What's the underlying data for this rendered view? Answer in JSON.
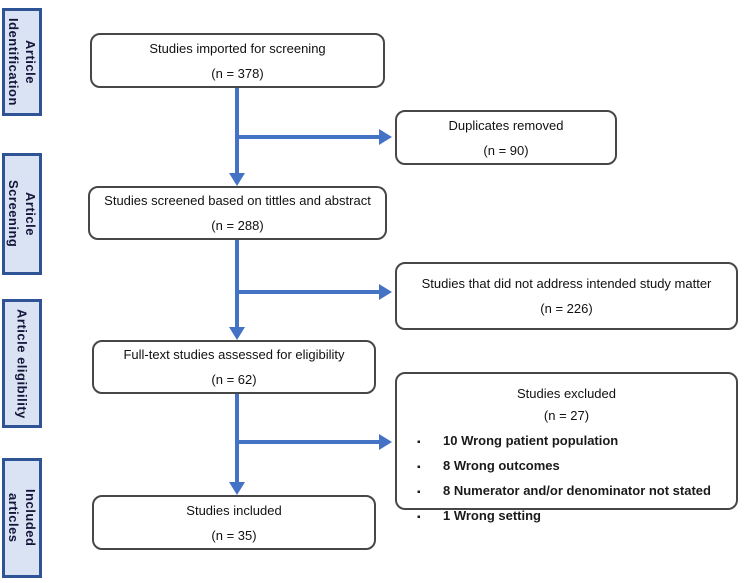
{
  "colors": {
    "arrow": "#4472c4",
    "sidebar_fill": "#dae3f3",
    "sidebar_border": "#2f5496",
    "box_border": "#474747"
  },
  "icons": {
    "bullet": "▪"
  },
  "sidebar": {
    "items": [
      {
        "label": "Article Identification"
      },
      {
        "label": "Article Screening"
      },
      {
        "label": "Article eligibility"
      },
      {
        "label": "Included articles"
      }
    ]
  },
  "flow": {
    "main": [
      {
        "title": "Studies imported for screening",
        "count": "(n = 378)"
      },
      {
        "title": "Studies screened based on tittles and abstract",
        "count": "(n = 288)"
      },
      {
        "title": "Full-text studies assessed for eligibility",
        "count": "(n = 62)"
      },
      {
        "title": "Studies included",
        "count": "(n = 35)"
      }
    ],
    "side": [
      {
        "title": "Duplicates removed",
        "count": "(n = 90)"
      },
      {
        "title": "Studies that did not address intended study matter",
        "count": "(n = 226)"
      },
      {
        "title": "Studies excluded",
        "count": "(n = 27)",
        "bullets": [
          "10 Wrong patient population",
          "8 Wrong outcomes",
          "8 Numerator and/or denominator not stated",
          "1 Wrong setting"
        ]
      }
    ]
  }
}
